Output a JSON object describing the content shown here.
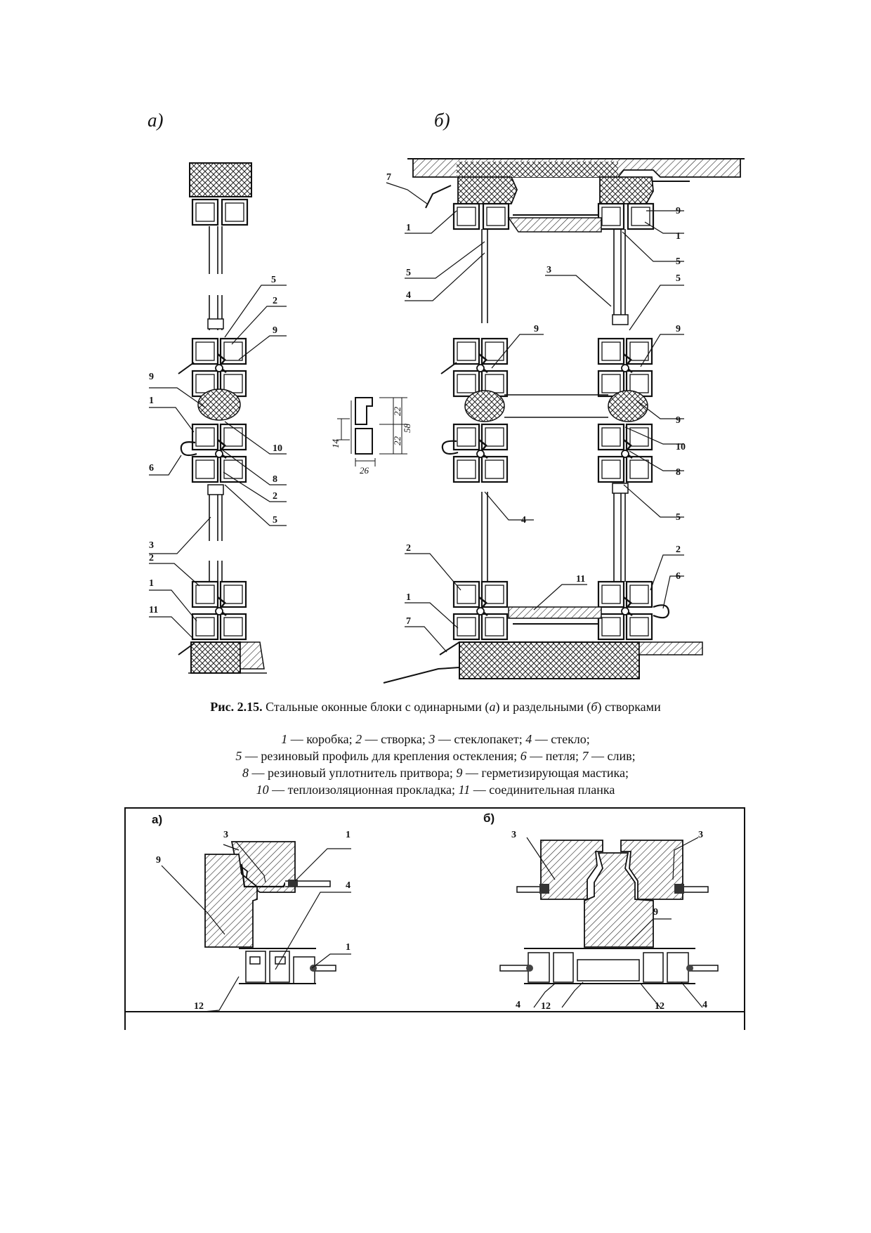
{
  "figure1": {
    "label_a": "а)",
    "label_b": "б)",
    "dimensions": {
      "d14": "14",
      "d22a": "22",
      "d22b": "22",
      "d58": "58",
      "d26": "26"
    },
    "callouts_a": [
      "5",
      "2",
      "9",
      "9",
      "1",
      "10",
      "6",
      "8",
      "2",
      "5",
      "3",
      "2",
      "1",
      "11"
    ],
    "callouts_b": [
      "7",
      "1",
      "9",
      "1",
      "5",
      "5",
      "4",
      "3",
      "5",
      "9",
      "9",
      "9",
      "10",
      "8",
      "5",
      "4",
      "2",
      "11",
      "2",
      "6",
      "1",
      "7"
    ],
    "caption_prefix": "Рис. 2.15.",
    "caption_text": " Стальные оконные блоки с одинарными (",
    "caption_a": "а",
    "caption_mid": ") и раздельными (",
    "caption_b": "б",
    "caption_end": ") створками",
    "legend": [
      {
        "n": "1",
        "t": " — коробка; "
      },
      {
        "n": "2",
        "t": " — створка; "
      },
      {
        "n": "3",
        "t": " — стеклопакет; "
      },
      {
        "n": "4",
        "t": " — стекло;"
      },
      {
        "n": "5",
        "t": " — резиновый профиль для крепления остекления; "
      },
      {
        "n": "6",
        "t": " — петля; "
      },
      {
        "n": "7",
        "t": " — слив;"
      },
      {
        "n": "8",
        "t": " — резиновый уплотнитель притвора; "
      },
      {
        "n": "9",
        "t": " — герметизирующая мастика;"
      },
      {
        "n": "10",
        "t": " — теплоизоляционная прокладка; "
      },
      {
        "n": "11",
        "t": " — соединительная планка"
      }
    ]
  },
  "figure2": {
    "label_a": "а)",
    "label_b": "б)",
    "callouts_a": [
      "3",
      "1",
      "9",
      "4",
      "1",
      "12"
    ],
    "callouts_b": [
      "3",
      "3",
      "9",
      "4",
      "12",
      "12",
      "4"
    ]
  }
}
